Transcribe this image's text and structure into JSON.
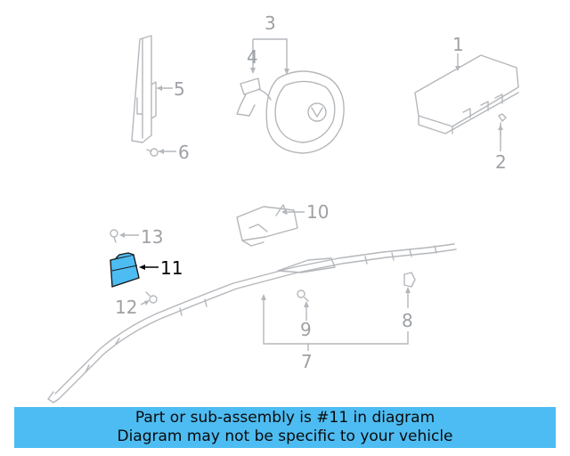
{
  "callouts": {
    "c1": "1",
    "c2": "2",
    "c3": "3",
    "c4": "4",
    "c5": "5",
    "c6": "6",
    "c7": "7",
    "c8": "8",
    "c9": "9",
    "c10": "10",
    "c11": "11",
    "c12": "12",
    "c13": "13"
  },
  "highlight": {
    "part_number": "11",
    "color": "#4dbcf2"
  },
  "banner": {
    "line1": "Part or sub-assembly is #11 in diagram",
    "line2": "Diagram may not be specific to your vehicle",
    "background": "#4dbcf2"
  }
}
